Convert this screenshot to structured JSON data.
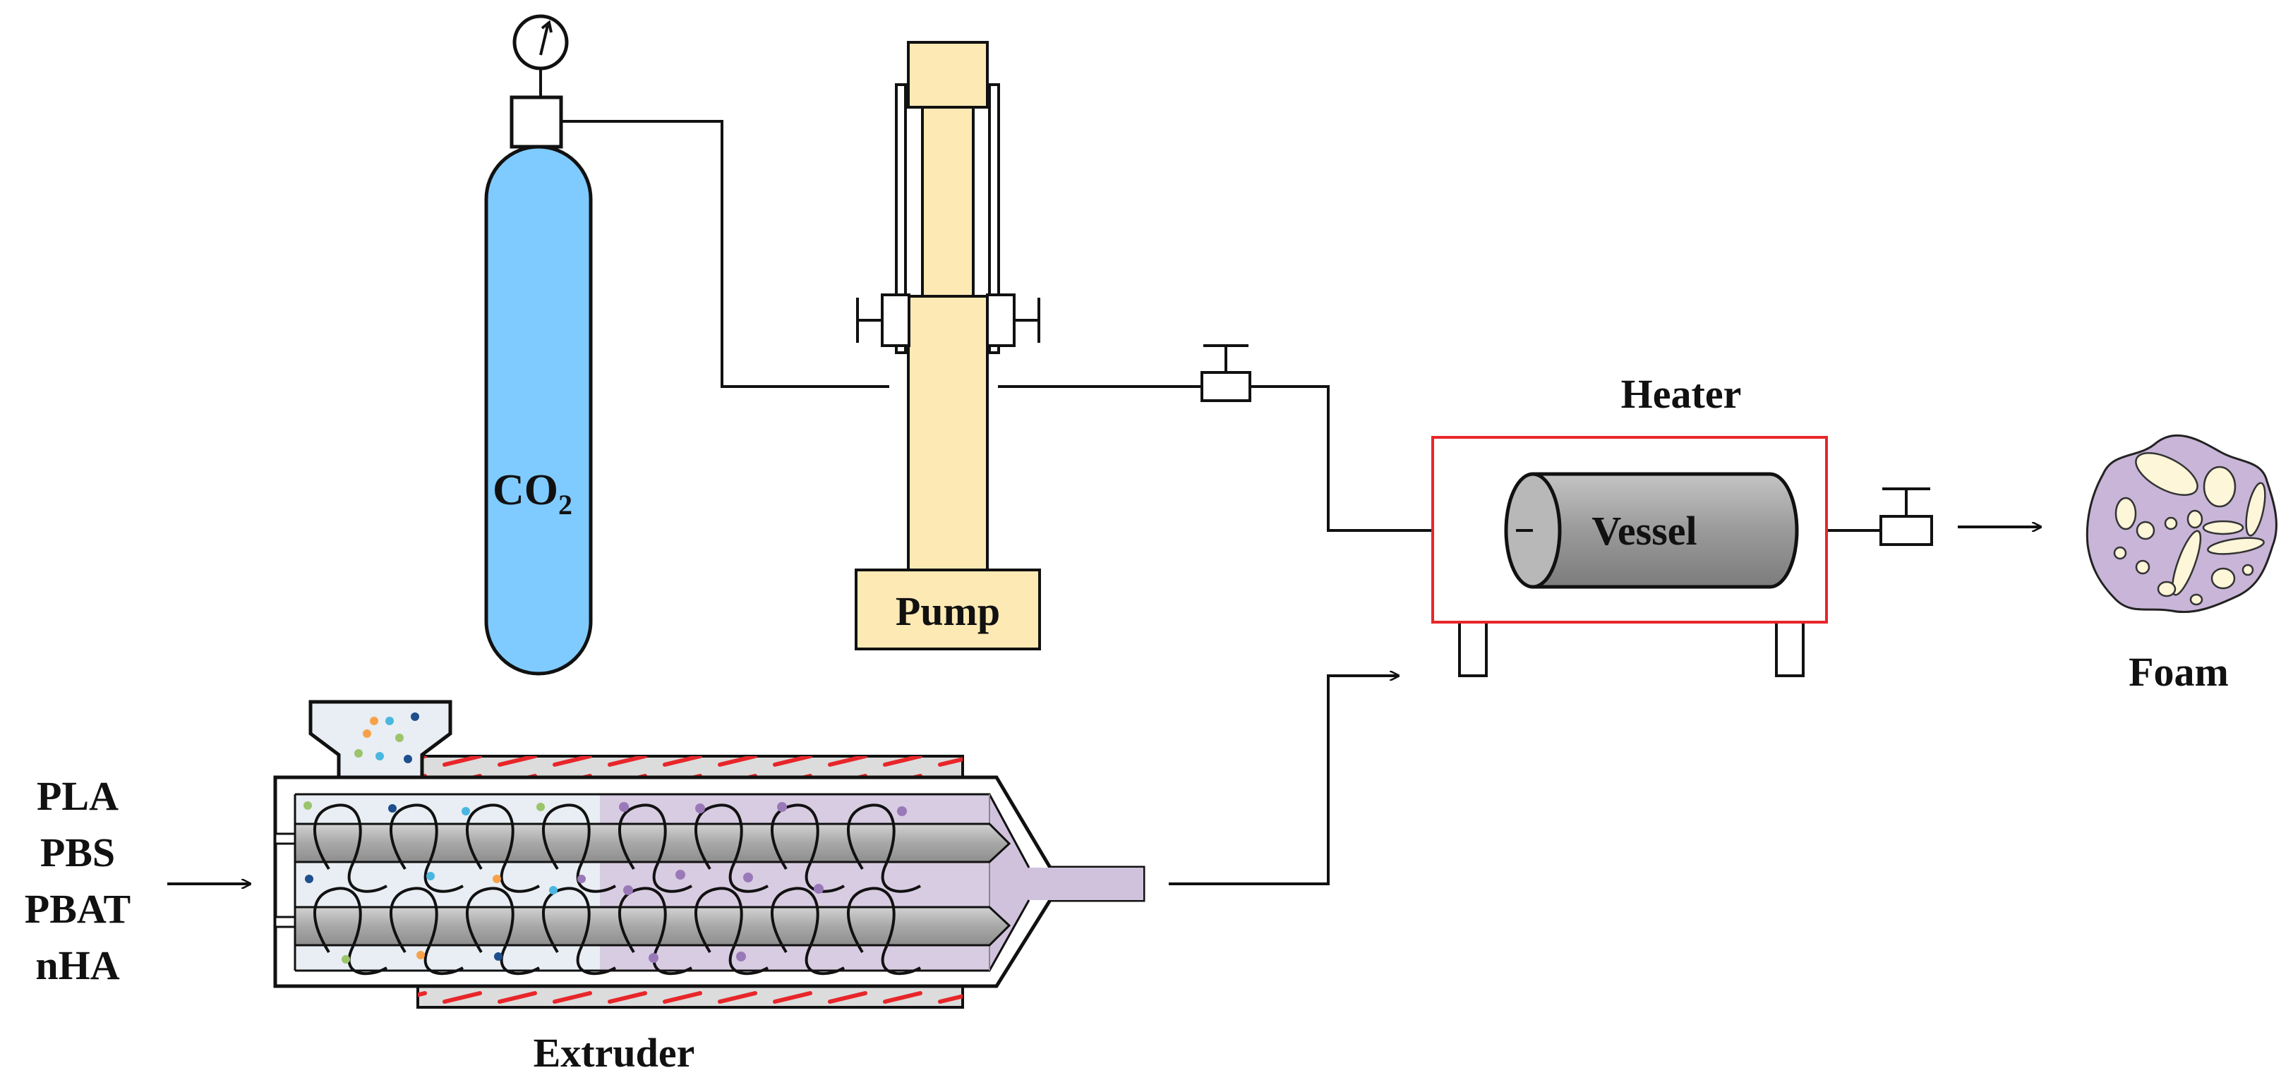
{
  "labels": {
    "co2_main": "CO",
    "co2_sub": "2",
    "pump": "Pump",
    "heater": "Heater",
    "vessel": "Vessel",
    "foam": "Foam",
    "extruder": "Extruder",
    "inputs": [
      "PLA",
      "PBS",
      "PBAT",
      "nHA"
    ]
  },
  "colors": {
    "cylinder": "#7fcbff",
    "pump": "#fde9b4",
    "heater_border": "#e8262a",
    "vessel": "#a4a4a4",
    "extruder_feed_zone": "#e8eef3",
    "extruder_melt_zone": "#d8cce2",
    "screw": "#b0b0b0",
    "heater_band": "#dcdcdc",
    "heater_band_stripe": "#e8262a",
    "foam_body": "#c8b5d8",
    "foam_cell": "#fdf6d8",
    "particles": [
      "#f7a24a",
      "#4ab7e0",
      "#1e4e8c",
      "#9bc46b",
      "#9a79b8"
    ]
  },
  "icons": [
    "pressure-gauge-icon",
    "valve-icon",
    "arrow-icon"
  ]
}
